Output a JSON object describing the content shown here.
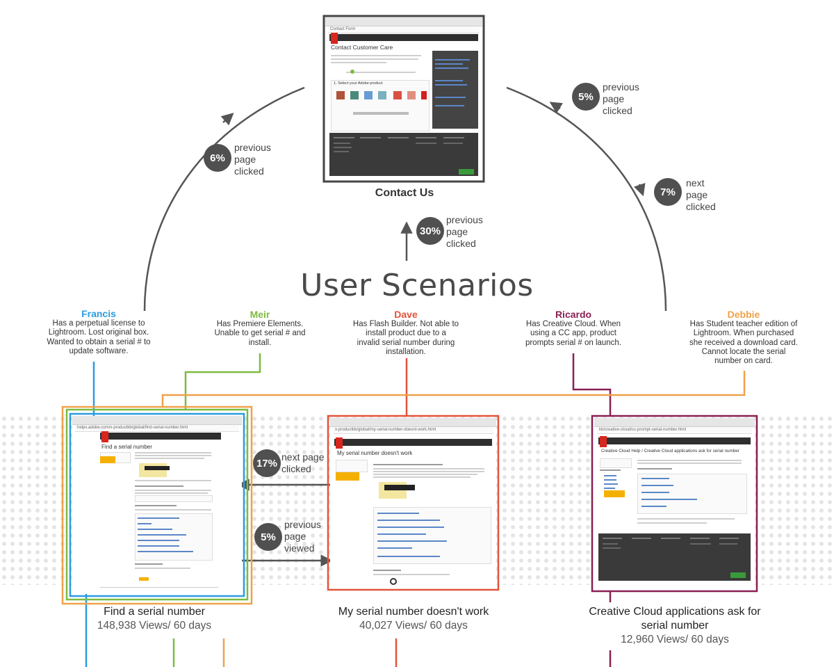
{
  "title": "User Scenarios",
  "top_page": {
    "label": "Contact Us",
    "heading": "Contact Customer Care",
    "url": "Contact Form",
    "step_label": "1. Select your Adobe product"
  },
  "arrows": {
    "left_top": {
      "pct": "6%",
      "text": [
        "previous",
        "page",
        "clicked"
      ]
    },
    "center_top": {
      "pct": "30%",
      "text": [
        "previous",
        "page",
        "clicked"
      ]
    },
    "right_top_a": {
      "pct": "5%",
      "text": [
        "previous",
        "page",
        "clicked"
      ]
    },
    "right_top_b": {
      "pct": "7%",
      "text": [
        "next",
        "page",
        "clicked"
      ]
    },
    "mid_next": {
      "pct": "17%",
      "text": [
        "next page",
        "clicked"
      ]
    },
    "mid_prev": {
      "pct": "5%",
      "text": [
        "previous",
        "page",
        "viewed"
      ]
    }
  },
  "personas": [
    {
      "name": "Francis",
      "color": "#2b9be0",
      "desc": [
        "Has a perpetual license to",
        "Lightroom. Lost original box.",
        "Wanted to obtain a serial # to",
        "update software."
      ]
    },
    {
      "name": "Meir",
      "color": "#7dbb42",
      "desc": [
        "Has Premiere Elements.",
        "Unable to get serial # and",
        "install."
      ]
    },
    {
      "name": "Dave",
      "color": "#e2533a",
      "desc": [
        "Has Flash Builder. Not able to",
        "install product due to a",
        "invalid serial number during",
        "installation."
      ]
    },
    {
      "name": "Ricardo",
      "color": "#8a1f52",
      "desc": [
        "Has Creative Cloud. When",
        "using a CC app, product",
        "prompts serial # on launch."
      ]
    },
    {
      "name": "Debbie",
      "color": "#f0a14a",
      "desc": [
        "Has Student teacher edition of",
        "Lightroom. When purchased",
        "she received a download card.",
        "Cannot locate the serial",
        "number on card."
      ]
    }
  ],
  "pages": [
    {
      "title": "Find a serial number",
      "views": "148,938 Views/ 60 days",
      "heading": "Find a serial number",
      "url": "helpx.adobe.com/x-productkb/global/find-serial-number.html"
    },
    {
      "title": "My serial number doesn't work",
      "views": "40,027 Views/ 60 days",
      "heading": "My serial number doesn't work",
      "url": "x-productkb/global/my-serial-number-doesnt-work.html"
    },
    {
      "title": [
        "Creative Cloud applications ask for",
        "serial number"
      ],
      "views": "12,960 Views/ 60 days",
      "heading": "Creative Cloud Help / Creative Cloud applications ask for serial number",
      "url": "kb/creative-cloud/cc-prompt-serial-number.html"
    }
  ],
  "colors": {
    "francis": "#2b9be0",
    "meir": "#7dbb42",
    "dave": "#e2533a",
    "ricardo": "#8a1f52",
    "debbie": "#f0a14a",
    "arrow": "#555555",
    "badge": "#505050"
  }
}
